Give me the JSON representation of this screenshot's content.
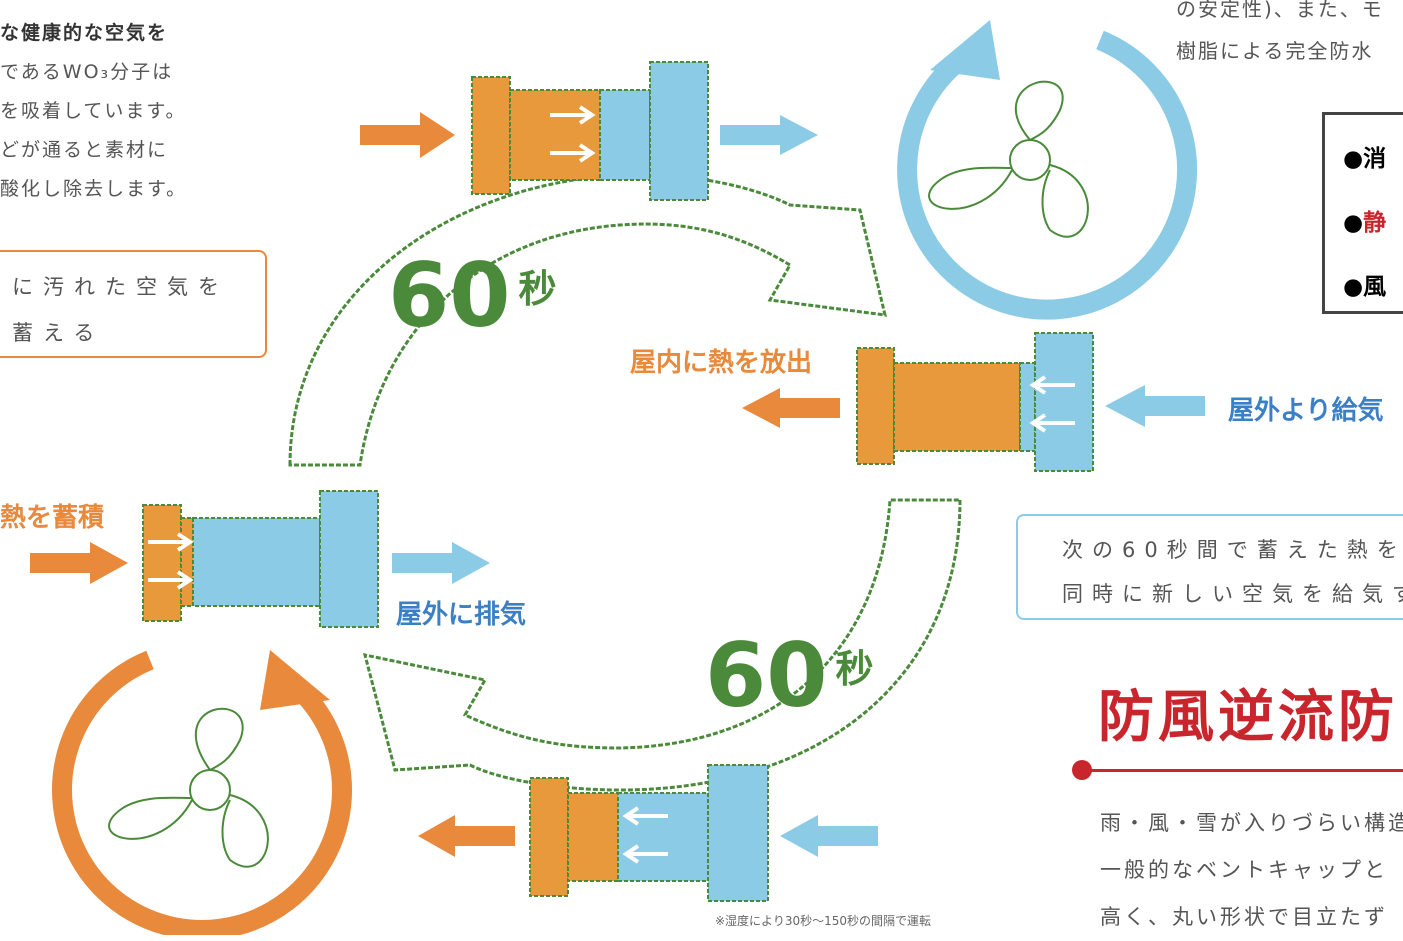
{
  "top_left": {
    "lines": [
      "な健康的な空気を",
      "であるWO₃分子は",
      "を吸着しています。",
      "どが通ると素材に",
      "酸化し除去します。"
    ]
  },
  "orange_box": {
    "line1": "に汚れた空気を",
    "line2": "蓄える"
  },
  "top_right": {
    "line1": "の安定性)、また、モ",
    "line2": "樹脂による完全防水"
  },
  "list_box": {
    "items": [
      {
        "bullet": "●",
        "text": "消",
        "color": "#333333"
      },
      {
        "bullet": "●",
        "text": "静",
        "color": "#c8262c"
      },
      {
        "bullet": "●",
        "text": "風",
        "color": "#333333"
      }
    ]
  },
  "labels": {
    "heat_release": "屋内に熱を放出",
    "supply_outdoor": "屋外より給気",
    "heat_accumulate": "熱を蓄積",
    "exhaust_outdoor": "屋外に排気"
  },
  "cycle": {
    "top_value": "60",
    "top_unit": "秒",
    "bottom_value": "60",
    "bottom_unit": "秒"
  },
  "blue_box": {
    "line1": "次の60秒間で蓄えた熱を",
    "line2": "同時に新しい空気を給気す"
  },
  "heading": "防風逆流防",
  "bottom_right": {
    "line1": "雨・風・雪が入りづらい構造",
    "line2": "一般的なベントキャップと",
    "line3": "高く、丸い形状で目立たず"
  },
  "footnote": "※湿度により30秒～150秒の間隔で運転",
  "colors": {
    "orange": "#e8893c",
    "blue": "#8ccbe6",
    "green": "#4a8a3a",
    "red": "#c8262c"
  }
}
